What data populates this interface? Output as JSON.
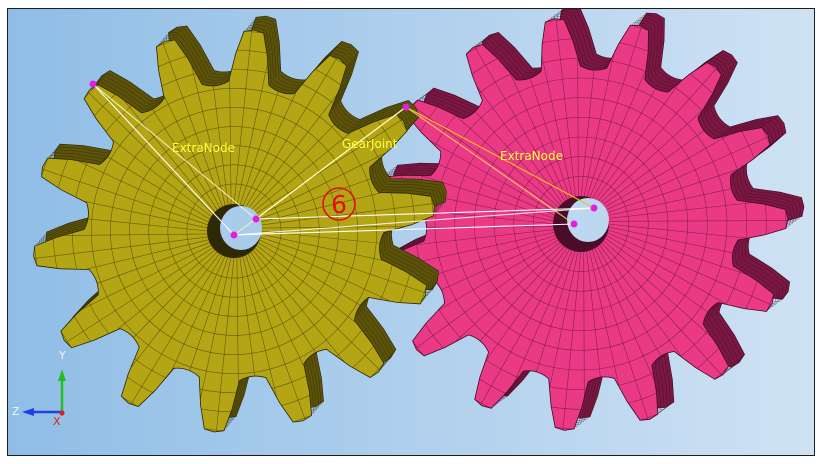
{
  "viewport": {
    "background_left": "#8fbde6",
    "background_right": "#cfe2f4"
  },
  "gears": {
    "left": {
      "color": "#b4a514",
      "side_color": "#5c5209",
      "mesh_color": "#4a4309",
      "teeth": 14
    },
    "right": {
      "color": "#ea3a86",
      "side_color": "#7a1742",
      "mesh_color": "#6a1234",
      "teeth": 15
    }
  },
  "labels": {
    "extra_node_left": "ExtraNode",
    "gear_joint": "GearJoint",
    "extra_node_right": "ExtraNode",
    "step_badge": "⑥"
  },
  "colors": {
    "label_text": "#ffff40",
    "node": "#e020e0",
    "badge": "#e01010",
    "connector": "#ffffff"
  },
  "triad": {
    "y_label": "Y",
    "z_label": "Z",
    "x_label": "X",
    "y_color": "#20c020",
    "z_color": "#2040e0",
    "x_color": "#e02020"
  }
}
